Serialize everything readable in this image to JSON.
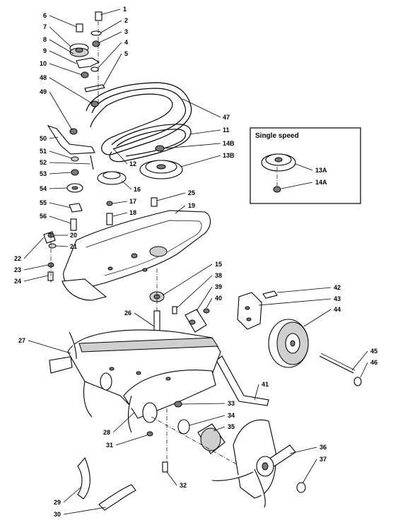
{
  "inset": {
    "title": "Single speed"
  },
  "labels": {
    "p1": "1",
    "p2": "2",
    "p3": "3",
    "p4": "4",
    "p5": "5",
    "p6": "6",
    "p7": "7",
    "p8": "8",
    "p9": "9",
    "p10": "10",
    "p11": "11",
    "p12": "12",
    "p13A": "13A",
    "p13B": "13B",
    "p14A": "14A",
    "p14B": "14B",
    "p15": "15",
    "p16": "16",
    "p17": "17",
    "p18": "18",
    "p19": "19",
    "p20": "20",
    "p21": "21",
    "p22": "22",
    "p23": "23",
    "p24": "24",
    "p25": "25",
    "p26": "26",
    "p27": "27",
    "p28": "28",
    "p29": "29",
    "p30": "30",
    "p31": "31",
    "p32": "32",
    "p33": "33",
    "p34": "34",
    "p35": "35",
    "p36": "36",
    "p37": "37",
    "p38": "38",
    "p39": "39",
    "p40": "40",
    "p41": "41",
    "p42": "42",
    "p43": "43",
    "p44": "44",
    "p45": "45",
    "p46": "46",
    "p47": "47",
    "p48": "48",
    "p49": "49",
    "p50": "50",
    "p51": "51",
    "p52": "52",
    "p53": "53",
    "p54": "54",
    "p55": "55",
    "p56": "56"
  }
}
